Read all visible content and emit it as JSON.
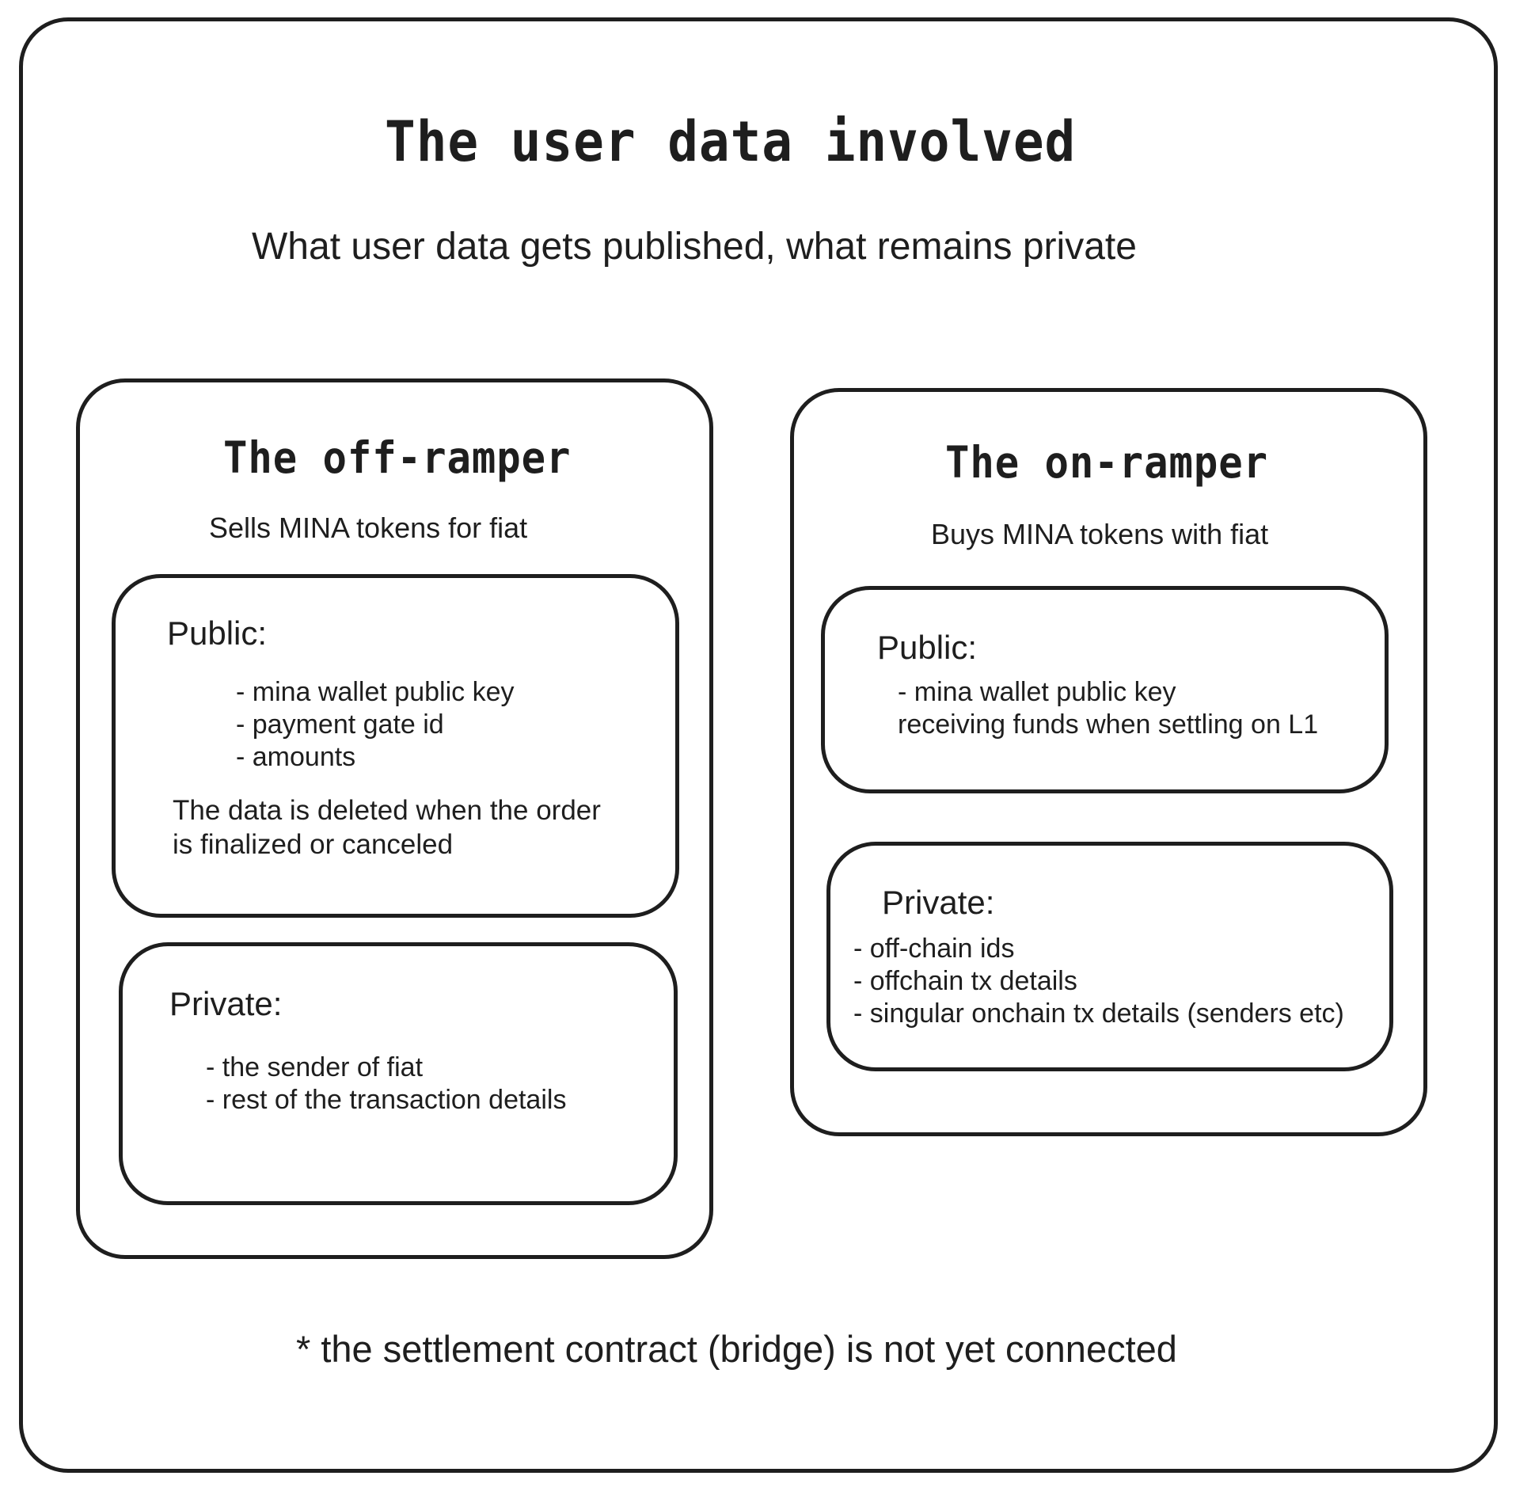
{
  "title": "The user data involved",
  "subtitle": "What user data gets published, what remains private",
  "off_ramper": {
    "title": "The off-ramper",
    "subtitle": "Sells MINA tokens for fiat",
    "public": {
      "heading": "Public:",
      "items": [
        "- mina wallet public key",
        "- payment gate id",
        "- amounts"
      ],
      "note_lines": [
        "The data is deleted when the order",
        "is finalized or canceled"
      ]
    },
    "private": {
      "heading": "Private:",
      "items": [
        "- the sender of fiat",
        "- rest of the transaction details"
      ]
    }
  },
  "on_ramper": {
    "title": "The on-ramper",
    "subtitle": "Buys MINA tokens with fiat",
    "public": {
      "heading": "Public:",
      "items": [
        "- mina wallet public key",
        "receiving funds when settling on L1"
      ]
    },
    "private": {
      "heading": "Private:",
      "items": [
        "- off-chain ids",
        "- offchain tx details",
        "- singular onchain tx details (senders etc)"
      ]
    }
  },
  "footnote": "* the settlement contract (bridge) is not yet connected"
}
